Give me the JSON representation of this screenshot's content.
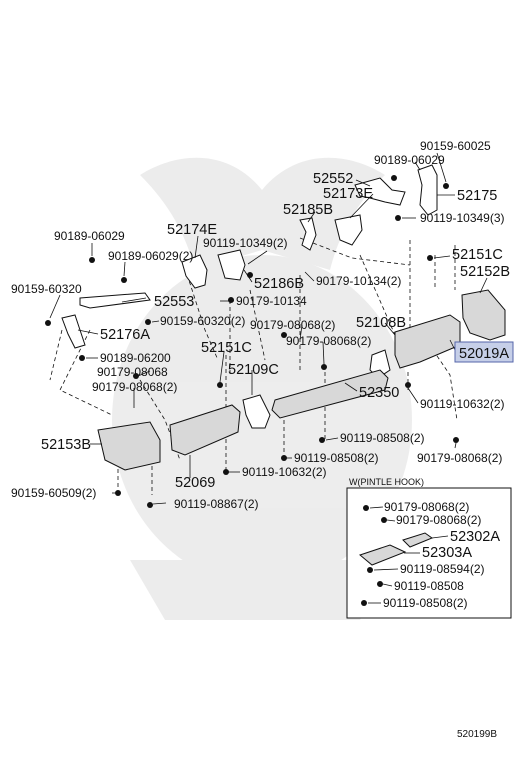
{
  "diagram": {
    "highlight_color": "#c6cfe8",
    "labels": {
      "p52552": "52552",
      "p90189_06029_top": "90189-06029",
      "p90159_60025": "90159-60025",
      "p52175": "52175",
      "p52173E": "52173E",
      "p52185B": "52185B",
      "p90119_10349_3": "90119-10349(3)",
      "p52174E": "52174E",
      "p90189_06029_left": "90189-06029",
      "p90189_06029_2": "90189-06029(2)",
      "p90119_10349_2": "90119-10349(2)",
      "p52186B": "52186B",
      "p90179_10134_2": "90179-10134(2)",
      "p52151C_right": "52151C",
      "p52152B": "52152B",
      "p90159_60320": "90159-60320",
      "p52553": "52553",
      "p90179_10134": "90179-10134",
      "p90159_60320_2": "90159-60320(2)",
      "p52176A": "52176A",
      "p90179_08068_2_a": "90179-08068(2)",
      "p52108B": "52108B",
      "p90179_08068_2_b": "90179-08068(2)",
      "p52019A": "52019A",
      "p52151C_left": "52151C",
      "p90189_06200": "90189-06200",
      "p90179_08068": "90179-08068",
      "p90179_08068_2_c": "90179-08068(2)",
      "p52109C": "52109C",
      "p52350": "52350",
      "p90119_10632_2_right": "90119-10632(2)",
      "p52153B": "52153B",
      "p90119_08508_2_a": "90119-08508(2)",
      "p90119_08508_2_b": "90119-08508(2)",
      "p90179_08068_2_d": "90179-08068(2)",
      "p90119_10632_2_bottom": "90119-10632(2)",
      "p52069": "52069",
      "p90159_60509_2": "90159-60509(2)",
      "p90119_08867_2": "90119-08867(2)"
    },
    "inset": {
      "title": "W(PINTLE HOOK)",
      "labels": {
        "i90179_08068_2_a": "90179-08068(2)",
        "i90179_08068_2_b": "90179-08068(2)",
        "i52302A": "52302A",
        "i52303A": "52303A",
        "i90119_08594_2": "90119-08594(2)",
        "i90119_08508": "90119-08508",
        "i90119_08508_2": "90119-08508(2)"
      }
    },
    "reference_code": "520199B"
  }
}
